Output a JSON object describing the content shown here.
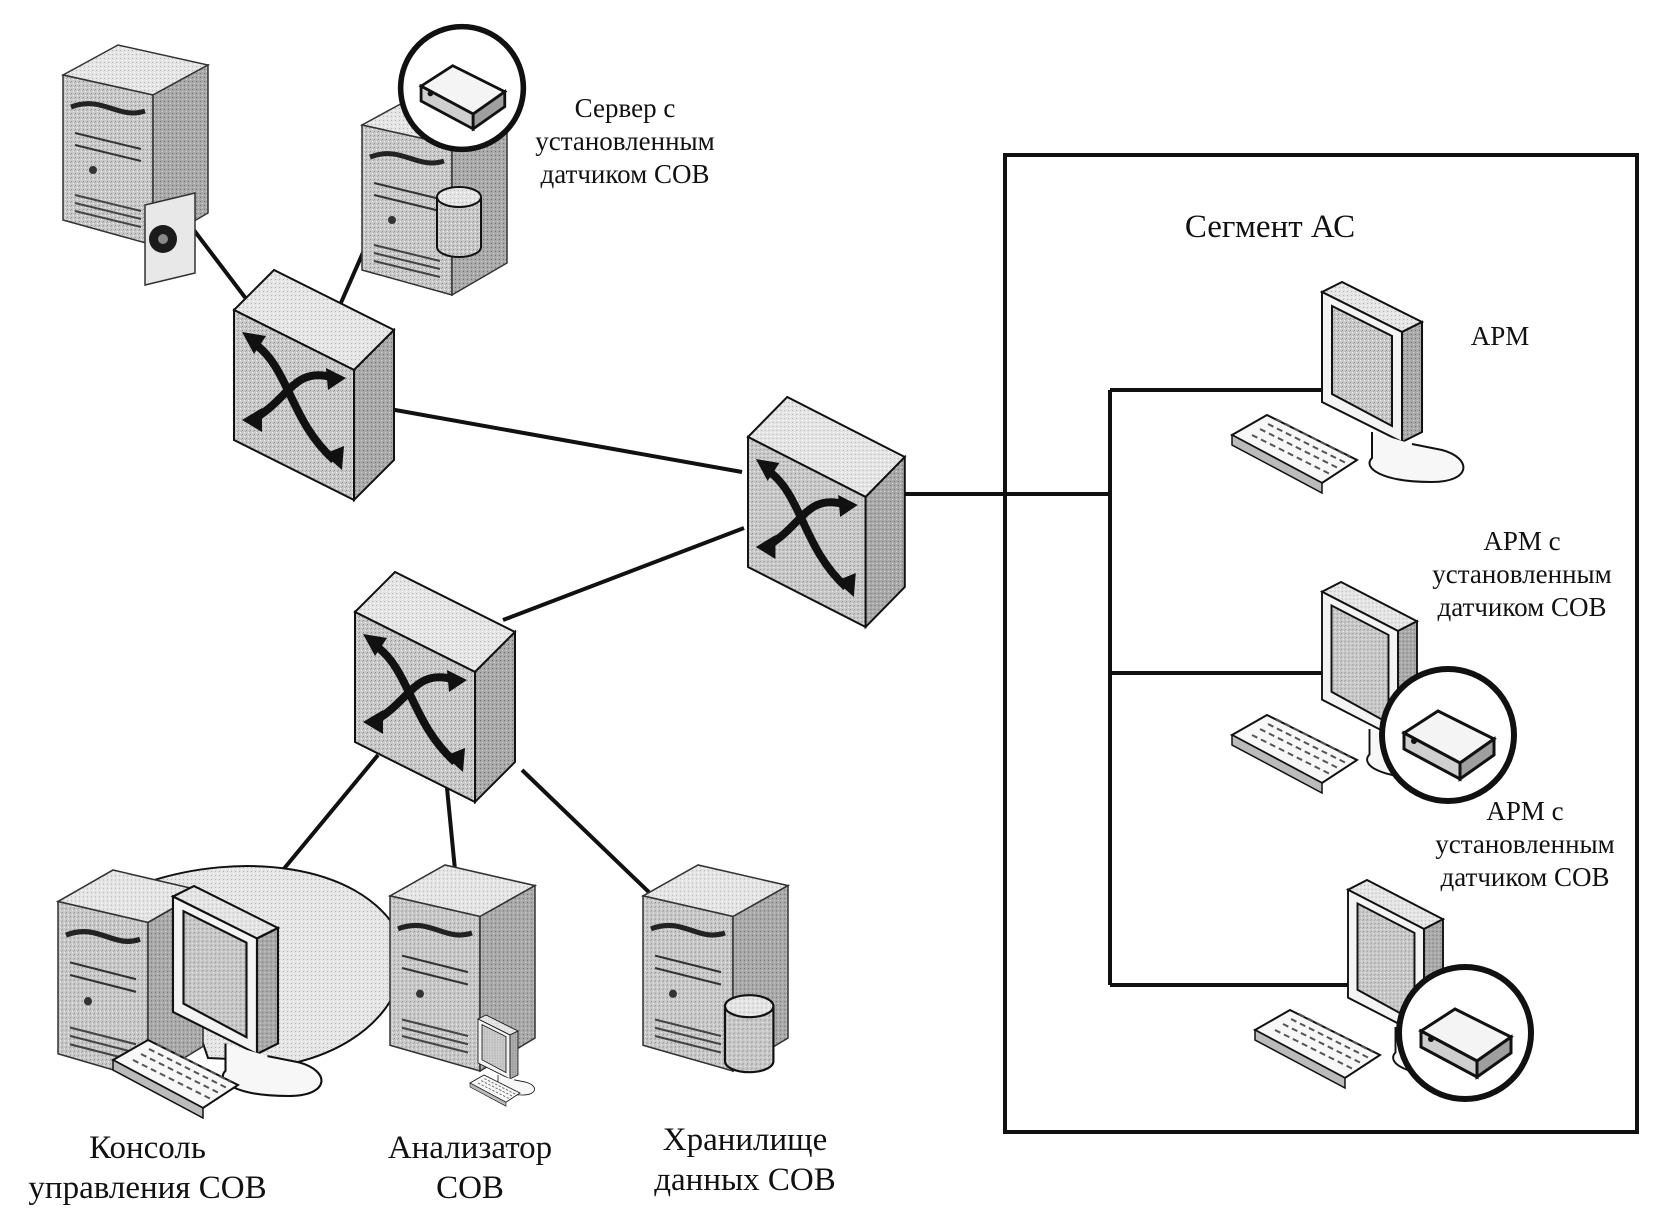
{
  "labels": {
    "ids_server": [
      "Сервер с",
      "установленным",
      "датчиком СОВ"
    ],
    "segment_title": "Сегмент АС",
    "arm1": "АРМ",
    "arm2": [
      "АРМ с",
      "установленным",
      "датчиком СОВ"
    ],
    "arm3": [
      "АРМ с",
      "установленным",
      "датчиком СОВ"
    ],
    "console": [
      "Консоль",
      "управления СОВ"
    ],
    "analyzer": [
      "Анализатор",
      "СОВ"
    ],
    "storage": [
      "Хранилище",
      "данных СОВ"
    ]
  },
  "icons": [
    "server-icon",
    "switch-icon",
    "workstation-icon",
    "keyboard-icon",
    "ids-sensor-icon",
    "database-icon",
    "monitor-icon"
  ]
}
